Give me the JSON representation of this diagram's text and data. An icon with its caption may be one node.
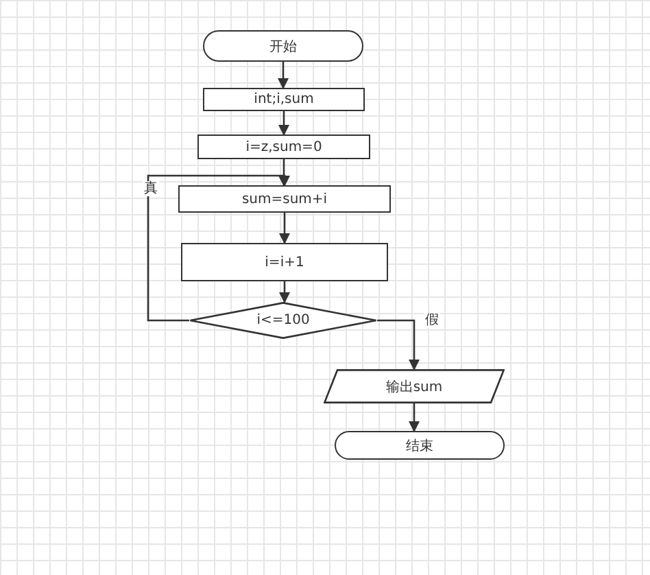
{
  "diagram": {
    "nodes": [
      {
        "text": [
          "开始"
        ]
      },
      {
        "text": [
          "int;i,sum"
        ]
      },
      {
        "text": [
          "i=z,sum=0"
        ]
      },
      {
        "text": [
          "sum=sum+i"
        ]
      },
      {
        "text": [
          "i=i+1"
        ]
      },
      {
        "text": [
          "i<=100"
        ]
      },
      {
        "text": [
          "输出sum"
        ]
      },
      {
        "text": [
          "结束"
        ]
      }
    ],
    "edges": [
      {
        "from": 0,
        "to": 1,
        "arrow": "to"
      },
      {
        "from": 1,
        "to": 2,
        "arrow": "to"
      },
      {
        "from": 2,
        "to": 3,
        "arrow": "to"
      },
      {
        "from": 3,
        "to": 4,
        "arrow": "to"
      },
      {
        "from": 4,
        "to": 5,
        "arrow": "to"
      },
      {
        "from": 5,
        "to": 3,
        "arrow": "to",
        "label": "真"
      },
      {
        "from": 5,
        "to": 6,
        "arrow": "to",
        "label": "假"
      },
      {
        "from": 6,
        "to": 7,
        "arrow": "to"
      }
    ]
  }
}
